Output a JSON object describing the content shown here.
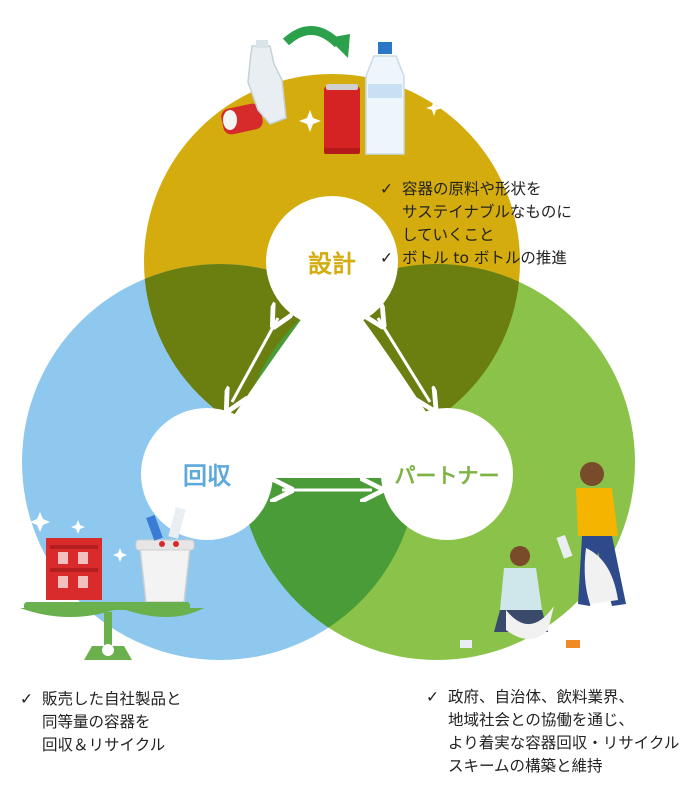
{
  "diagram": {
    "nodes": {
      "design": {
        "label": "設計",
        "color": "#d4ac0d"
      },
      "recycle": {
        "label": "回収",
        "color": "#8ec8ef"
      },
      "partner": {
        "label": "パートナー",
        "color": "#8bc34a"
      }
    },
    "label_colors": {
      "design": "#d4ac0d",
      "recycle": "#5da9db",
      "partner": "#7cb342"
    },
    "overlap_colors": {
      "design_recycle": "#6b7e10",
      "design_partner": "#6b7e10",
      "recycle_partner": "#4a9c38",
      "center": "#ffffff"
    },
    "check_symbol": "✓",
    "notes": {
      "design": [
        {
          "lines": [
            "容器の原料や形状を",
            "サステイナブルなものに",
            "していくこと"
          ]
        },
        {
          "lines": [
            "ボトル to ボトルの推進"
          ]
        }
      ],
      "recycle": [
        {
          "lines": [
            "販売した自社製品と",
            "同等量の容器を",
            "回収＆リサイクル"
          ]
        }
      ],
      "partner": [
        {
          "lines": [
            "政府、自治体、飲料業界、",
            "地域社会との協働を通じ、",
            "より着実な容器回収・リサイクル",
            "スキームの構築と維持"
          ]
        }
      ]
    },
    "icons": [
      "crushed-can-icon",
      "plastic-bottle-icon",
      "cycle-arrow-icon",
      "soda-can-icon",
      "water-bottle-icon",
      "bottle-crate-icon",
      "recycle-bin-icon",
      "balance-scale-icon",
      "volunteer-cleanup-icon",
      "sparkle-icon"
    ]
  }
}
